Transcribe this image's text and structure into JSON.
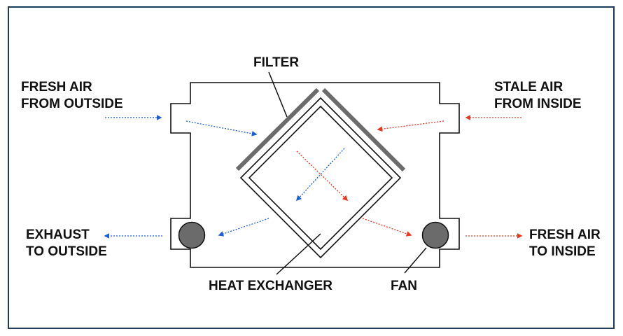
{
  "labels": {
    "filter": "FILTER",
    "fresh_air_from_outside": [
      "FRESH AIR",
      "FROM OUTSIDE"
    ],
    "stale_air_from_inside": [
      "STALE AIR",
      "FROM INSIDE"
    ],
    "exhaust_to_outside": [
      "EXHAUST",
      "TO OUTSIDE"
    ],
    "fresh_air_to_inside": [
      "FRESH AIR",
      "TO INSIDE"
    ],
    "heat_exchanger": "HEAT EXCHANGER",
    "fan": "FAN"
  },
  "colors": {
    "frame_border": "#1f3b5a",
    "housing_stroke": "#111111",
    "filter_fill": "#6b6b6b",
    "fan_fill": "#6b6b6b",
    "fresh_air_flow": "#1b5fd6",
    "stale_air_flow": "#e8381e"
  }
}
